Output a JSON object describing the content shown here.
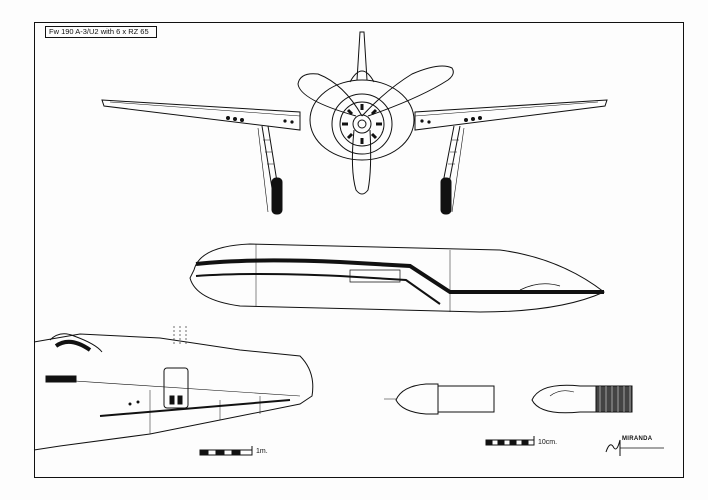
{
  "sheet": {
    "title": "Fw 190 A-3/U2 with 6 x RZ 65"
  },
  "scales": {
    "aircraft_label": "1m.",
    "rocket_label": "10cm."
  },
  "signature": {
    "brand": "MIRANDA"
  },
  "colors": {
    "ink": "#111111",
    "paper": "#fdfdfd"
  }
}
